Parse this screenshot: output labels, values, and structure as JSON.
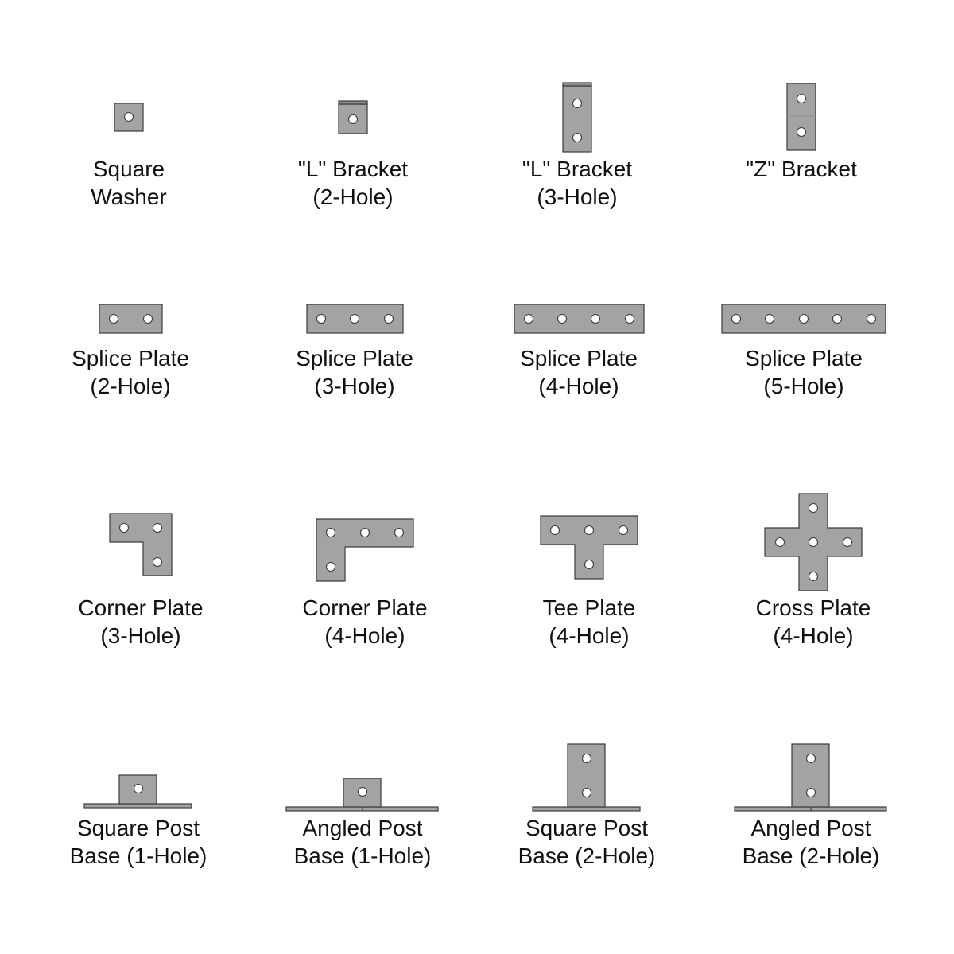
{
  "parts": [
    {
      "id": "square-washer",
      "line1": "Square",
      "line2": "Washer"
    },
    {
      "id": "l-bracket-2",
      "line1": "\"L\" Bracket",
      "line2": "(2-Hole)"
    },
    {
      "id": "l-bracket-3",
      "line1": "\"L\" Bracket",
      "line2": "(3-Hole)"
    },
    {
      "id": "z-bracket",
      "line1": "\"Z\" Bracket",
      "line2": ""
    },
    {
      "id": "splice-plate-2",
      "line1": "Splice Plate",
      "line2": "(2-Hole)"
    },
    {
      "id": "splice-plate-3",
      "line1": "Splice Plate",
      "line2": "(3-Hole)"
    },
    {
      "id": "splice-plate-4",
      "line1": "Splice Plate",
      "line2": "(4-Hole)"
    },
    {
      "id": "splice-plate-5",
      "line1": "Splice Plate",
      "line2": "(5-Hole)"
    },
    {
      "id": "corner-plate-3",
      "line1": "Corner Plate",
      "line2": "(3-Hole)"
    },
    {
      "id": "corner-plate-4",
      "line1": "Corner Plate",
      "line2": "(4-Hole)"
    },
    {
      "id": "tee-plate-4",
      "line1": "Tee Plate",
      "line2": "(4-Hole)"
    },
    {
      "id": "cross-plate-4",
      "line1": "Cross Plate",
      "line2": "(4-Hole)"
    },
    {
      "id": "square-post-base-1",
      "line1": "Square Post",
      "line2": "Base (1-Hole)"
    },
    {
      "id": "angled-post-base-1",
      "line1": "Angled Post",
      "line2": "Base (1-Hole)"
    },
    {
      "id": "square-post-base-2",
      "line1": "Square Post",
      "line2": "Base (2-Hole)"
    },
    {
      "id": "angled-post-base-2",
      "line1": "Angled Post",
      "line2": "Base (2-Hole)"
    }
  ],
  "colors": {
    "plate_fill": "#a3a3a3",
    "plate_stroke": "#3b3b3b",
    "hole_fill": "#ffffff"
  }
}
